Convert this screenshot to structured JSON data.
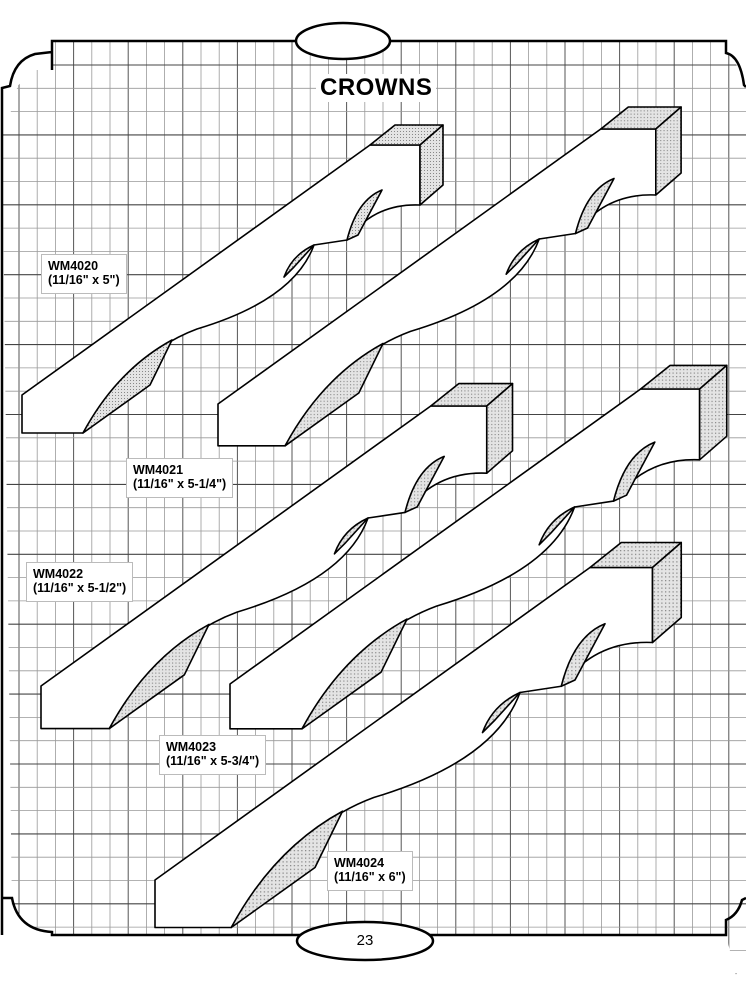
{
  "title": "CROWNS",
  "page_number": "23",
  "products": [
    {
      "code": "WM4020",
      "size": "(11/16\" x 5\")"
    },
    {
      "code": "WM4021",
      "size": "(11/16\" x 5-1/4\")"
    },
    {
      "code": "WM4022",
      "size": "(11/16\" x 5-1/2\")"
    },
    {
      "code": "WM4023",
      "size": "(11/16\" x 5-3/4\")"
    },
    {
      "code": "WM4024",
      "size": "(11/16\" x 6\")"
    }
  ]
}
